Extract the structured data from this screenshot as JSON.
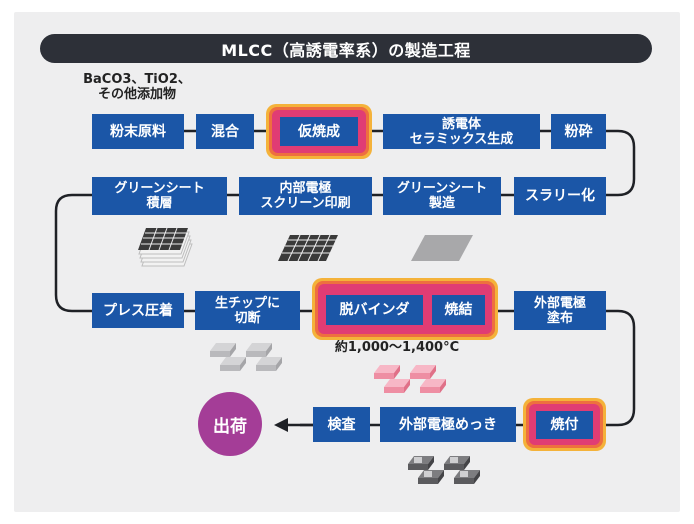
{
  "title": "MLCC（高誘電率系）の製造工程",
  "materials_note": "BaCO3、TiO2、\nその他添加物",
  "temperature_note": "約1,000～1,400°C",
  "steps": {
    "powder_material": "粉末原料",
    "mixing": "混合",
    "calcination": "仮焼成",
    "ceramic_synthesis": "誘電体\nセラミックス生成",
    "grinding": "粉砕",
    "slurry": "スラリー化",
    "green_sheet_manufacture": "グリーンシート\n製造",
    "internal_electrode_print": "内部電極\nスクリーン印刷",
    "green_sheet_lamination": "グリーンシート\n積層",
    "press_bonding": "プレス圧着",
    "chip_cutting": "生チップに\n切断",
    "binder_removal": "脱バインダ",
    "sintering": "焼結",
    "external_electrode_coating": "外部電極\n塗布",
    "baking": "焼付",
    "external_electrode_plating": "外部電極めっき",
    "inspection": "検査",
    "shipment": "出荷"
  },
  "colors": {
    "step_box": "#1b56a7",
    "title_bar": "#2d3038",
    "heat_outer": "#f4b23a",
    "heat_mid": "#ee6f3f",
    "heat_core": "#e03c74",
    "shipment": "#a43d97",
    "connector": "#1f2126"
  },
  "icons": [
    "stacked-sheets-icon",
    "printed-grid-sheet-icon",
    "plain-sheet-icon",
    "raw-chips-icon",
    "fired-chips-icon",
    "plated-chips-icon"
  ]
}
